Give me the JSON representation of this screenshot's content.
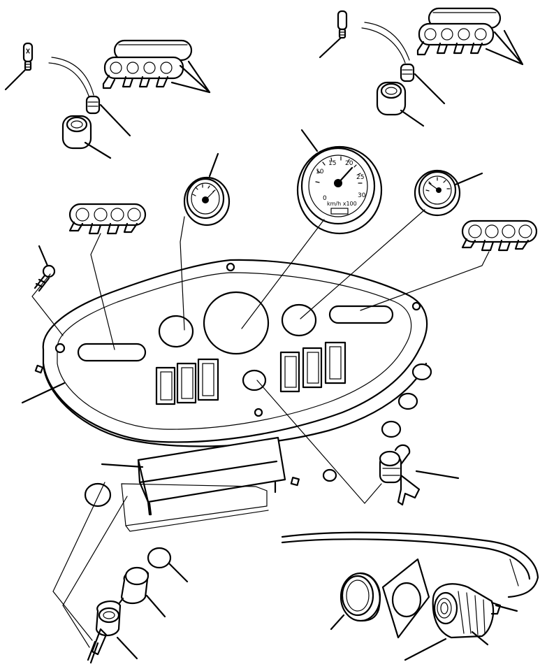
{
  "diagram": {
    "speedometer": {
      "scale_numbers": [
        "0",
        "10",
        "15",
        "20",
        "25",
        "30"
      ],
      "unit_text": "km/h x100"
    }
  }
}
